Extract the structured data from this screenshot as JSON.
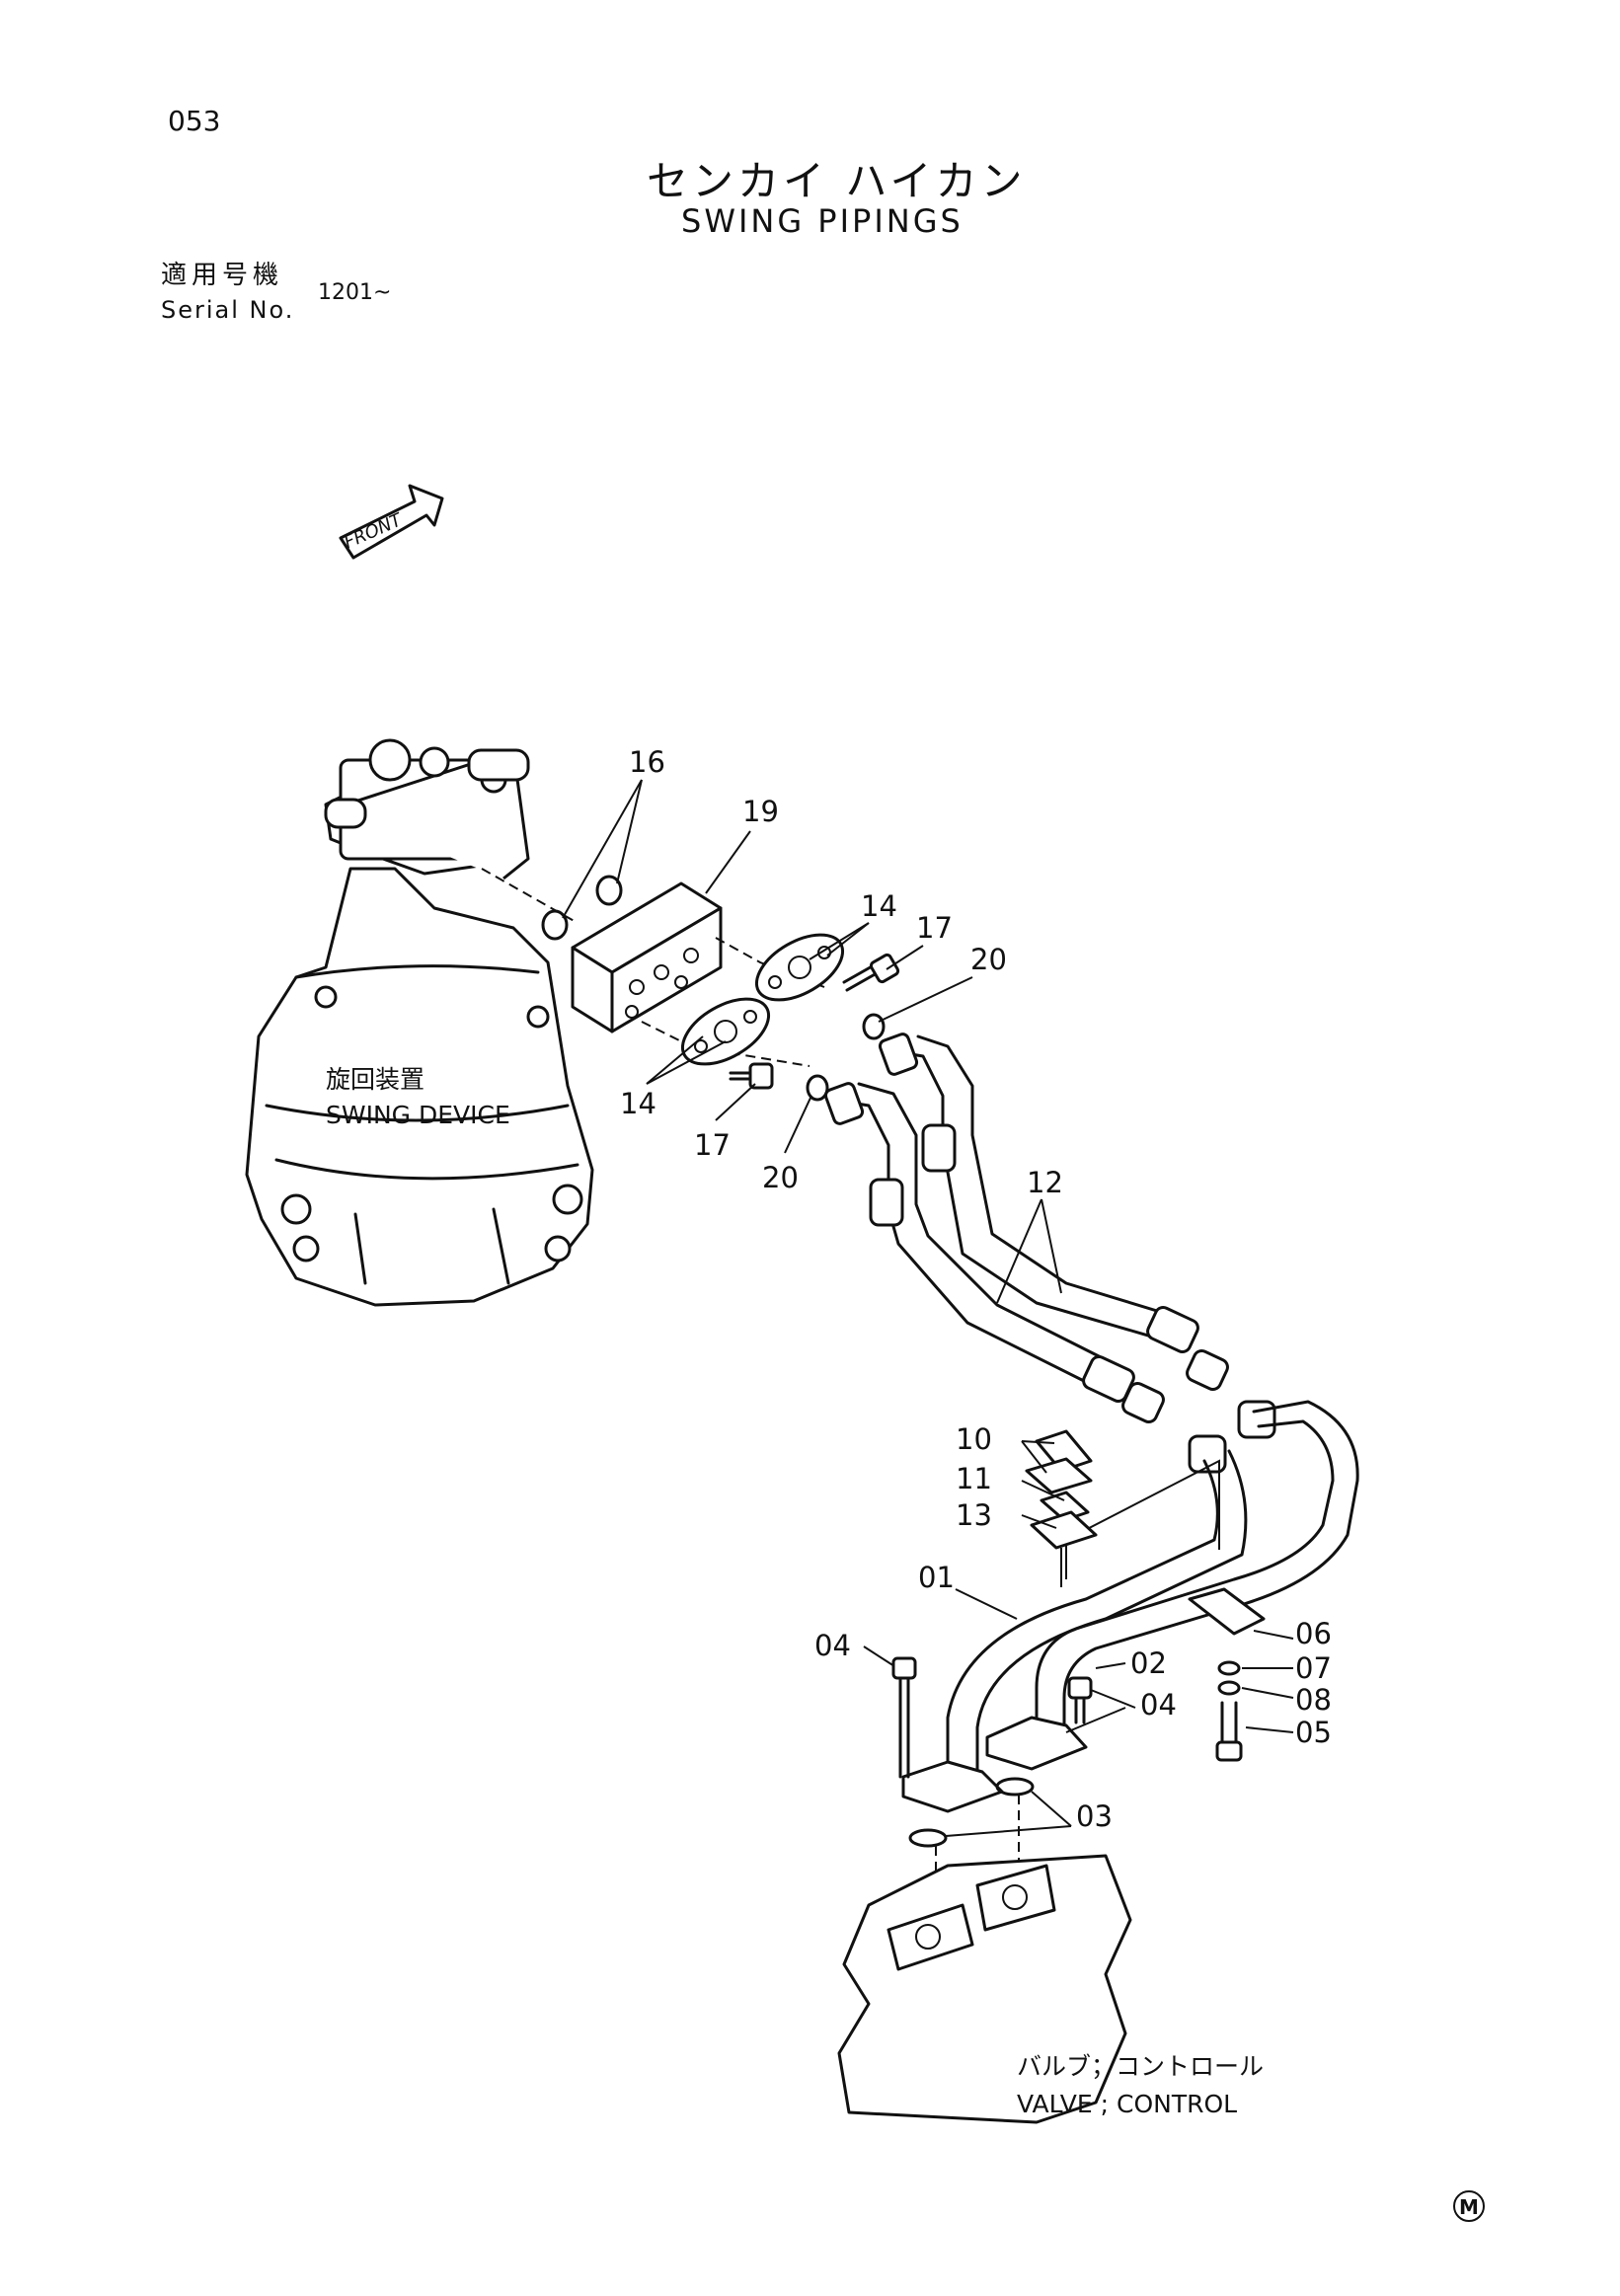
{
  "page": {
    "number": "053"
  },
  "title": {
    "japanese": "センカイ ハイカン",
    "english": "SWING PIPINGS"
  },
  "serial": {
    "label_jp": "適用号機",
    "label_en": "Serial No.",
    "value": "1201~"
  },
  "orientation": {
    "front_label": "FRONT"
  },
  "components": {
    "swing_device": {
      "label_jp": "旋回装置",
      "label_en": "SWING DEVICE"
    },
    "control_valve": {
      "label_jp": "バルブ；コントロール",
      "label_en": "VALVE ; CONTROL"
    }
  },
  "callouts": [
    "16",
    "19",
    "14",
    "17",
    "20",
    "14",
    "17",
    "20",
    "12",
    "10",
    "11",
    "13",
    "01",
    "04",
    "02",
    "04",
    "06",
    "07",
    "08",
    "05",
    "03"
  ],
  "mark": {
    "symbol": "M"
  }
}
